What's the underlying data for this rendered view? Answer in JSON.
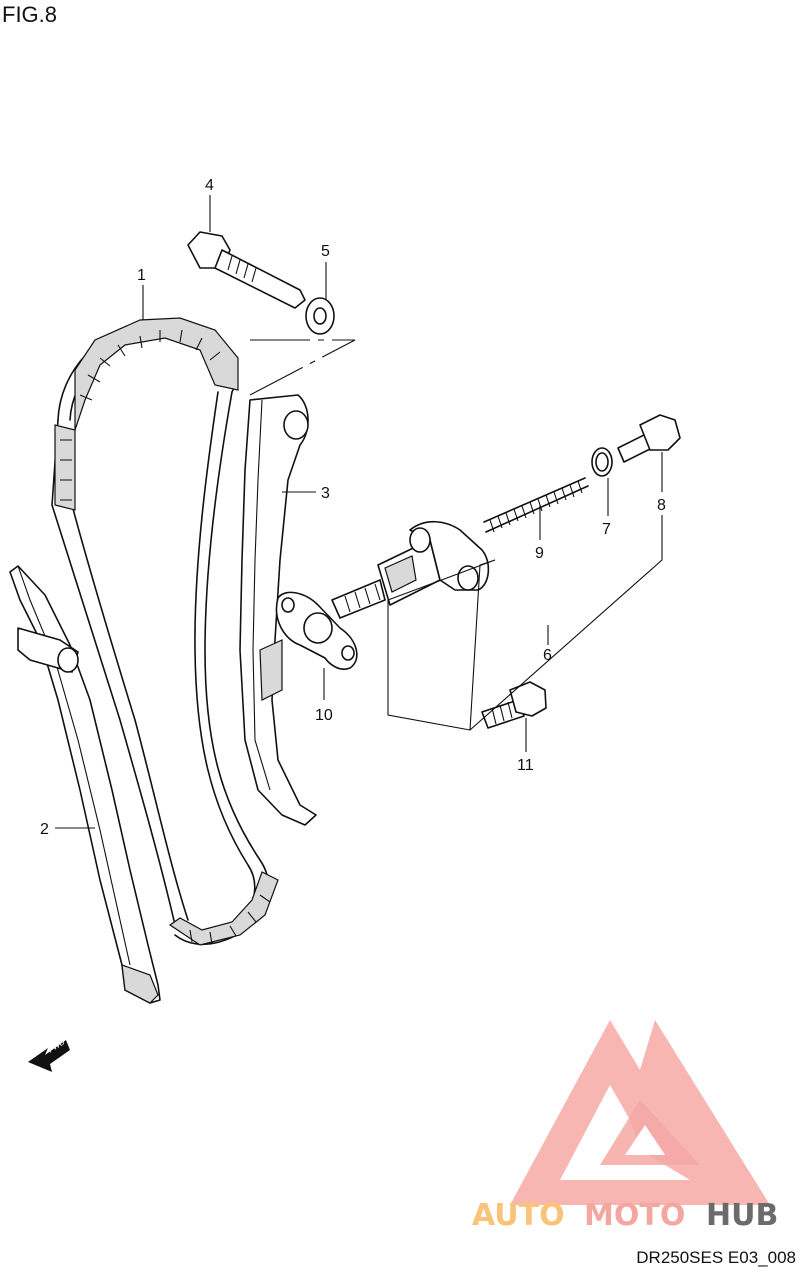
{
  "figure": {
    "title": "FIG.8",
    "code": "DR250SES E03_008"
  },
  "callouts": [
    {
      "id": "1",
      "label": "1"
    },
    {
      "id": "2",
      "label": "2"
    },
    {
      "id": "3",
      "label": "3"
    },
    {
      "id": "4",
      "label": "4"
    },
    {
      "id": "5",
      "label": "5"
    },
    {
      "id": "6",
      "label": "6"
    },
    {
      "id": "7",
      "label": "7"
    },
    {
      "id": "8",
      "label": "8"
    },
    {
      "id": "9",
      "label": "9"
    },
    {
      "id": "10",
      "label": "10"
    },
    {
      "id": "11",
      "label": "11"
    }
  ],
  "fwd_arrow": {
    "label": "FWD",
    "icon": "fwd-arrow-icon"
  },
  "watermark": {
    "text_part1": "AUTO",
    "text_part2": "MOTO",
    "text_part3": "HUB",
    "color_light": "#fbc37a",
    "color_mid": "#f4a7a1",
    "color_dark": "#6b6b6b",
    "triangle_color": "#f6a09b"
  }
}
